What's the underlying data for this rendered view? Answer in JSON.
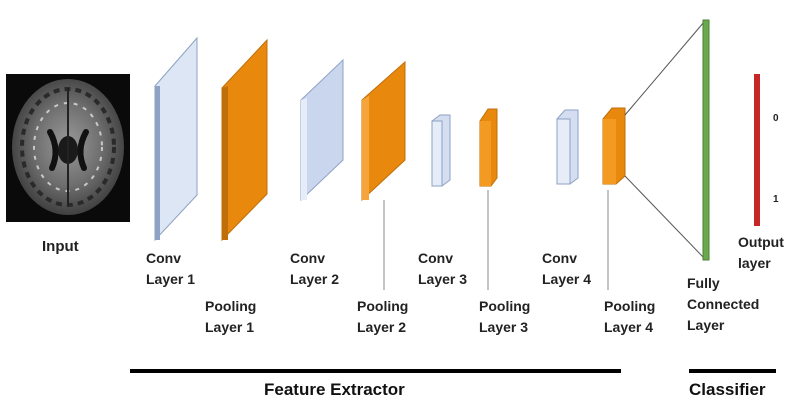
{
  "input": {
    "label": "Input"
  },
  "conv_layers": [
    {
      "line1": "Conv",
      "line2": "Layer 1"
    },
    {
      "line1": "Conv",
      "line2": "Layer 2"
    },
    {
      "line1": "Conv",
      "line2": "Layer 3"
    },
    {
      "line1": "Conv",
      "line2": "Layer 4"
    }
  ],
  "pooling_layers": [
    {
      "line1": "Pooling",
      "line2": "Layer 1"
    },
    {
      "line1": "Pooling",
      "line2": "Layer 2"
    },
    {
      "line1": "Pooling",
      "line2": "Layer 3"
    },
    {
      "line1": "Pooling",
      "line2": "Layer 4"
    }
  ],
  "fully_connected": {
    "line1": "Fully",
    "line2": "Connected",
    "line3": "Layer"
  },
  "output": {
    "line1": "Output",
    "line2": "layer",
    "values": [
      "0",
      "1"
    ]
  },
  "sections": {
    "feature_extractor": "Feature Extractor",
    "classifier": "Classifier"
  },
  "colors": {
    "conv_face": "#b4c6e4",
    "pool_face": "#e8890e",
    "fc_bar": "#6aa84f",
    "output_bar": "#c62828",
    "section_line": "#000000"
  }
}
